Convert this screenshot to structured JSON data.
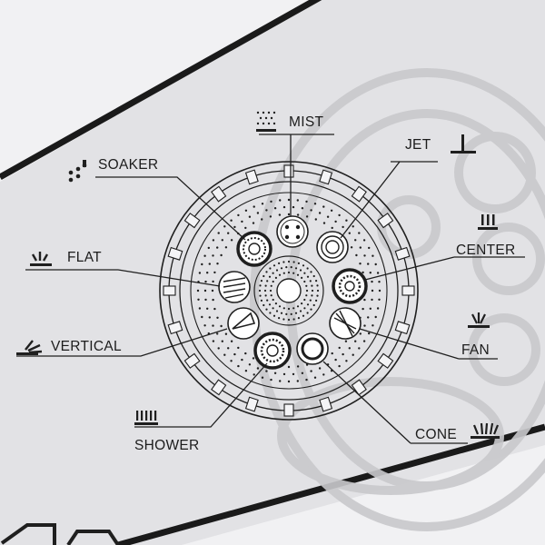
{
  "labels": {
    "mist": "MIST",
    "jet": "JET",
    "soaker": "SOAKER",
    "center": "CENTER",
    "flat": "FLAT",
    "vertical": "VERTICAL",
    "fan": "FAN",
    "shower": "SHOWER",
    "cone": "CONE"
  },
  "colors": {
    "background": "#f1f1f3",
    "ink": "#1f1f1f",
    "band": "#dcdcdf",
    "watermark": "#c9c9cc"
  },
  "icons": {
    "mist": "mist-spray-icon",
    "jet": "jet-stream-icon",
    "soaker": "soaker-drops-icon",
    "center": "center-spray-icon",
    "flat": "flat-spray-icon",
    "vertical": "vertical-spray-icon",
    "fan": "fan-spray-icon",
    "shower": "shower-spray-icon",
    "cone": "cone-spray-icon"
  }
}
